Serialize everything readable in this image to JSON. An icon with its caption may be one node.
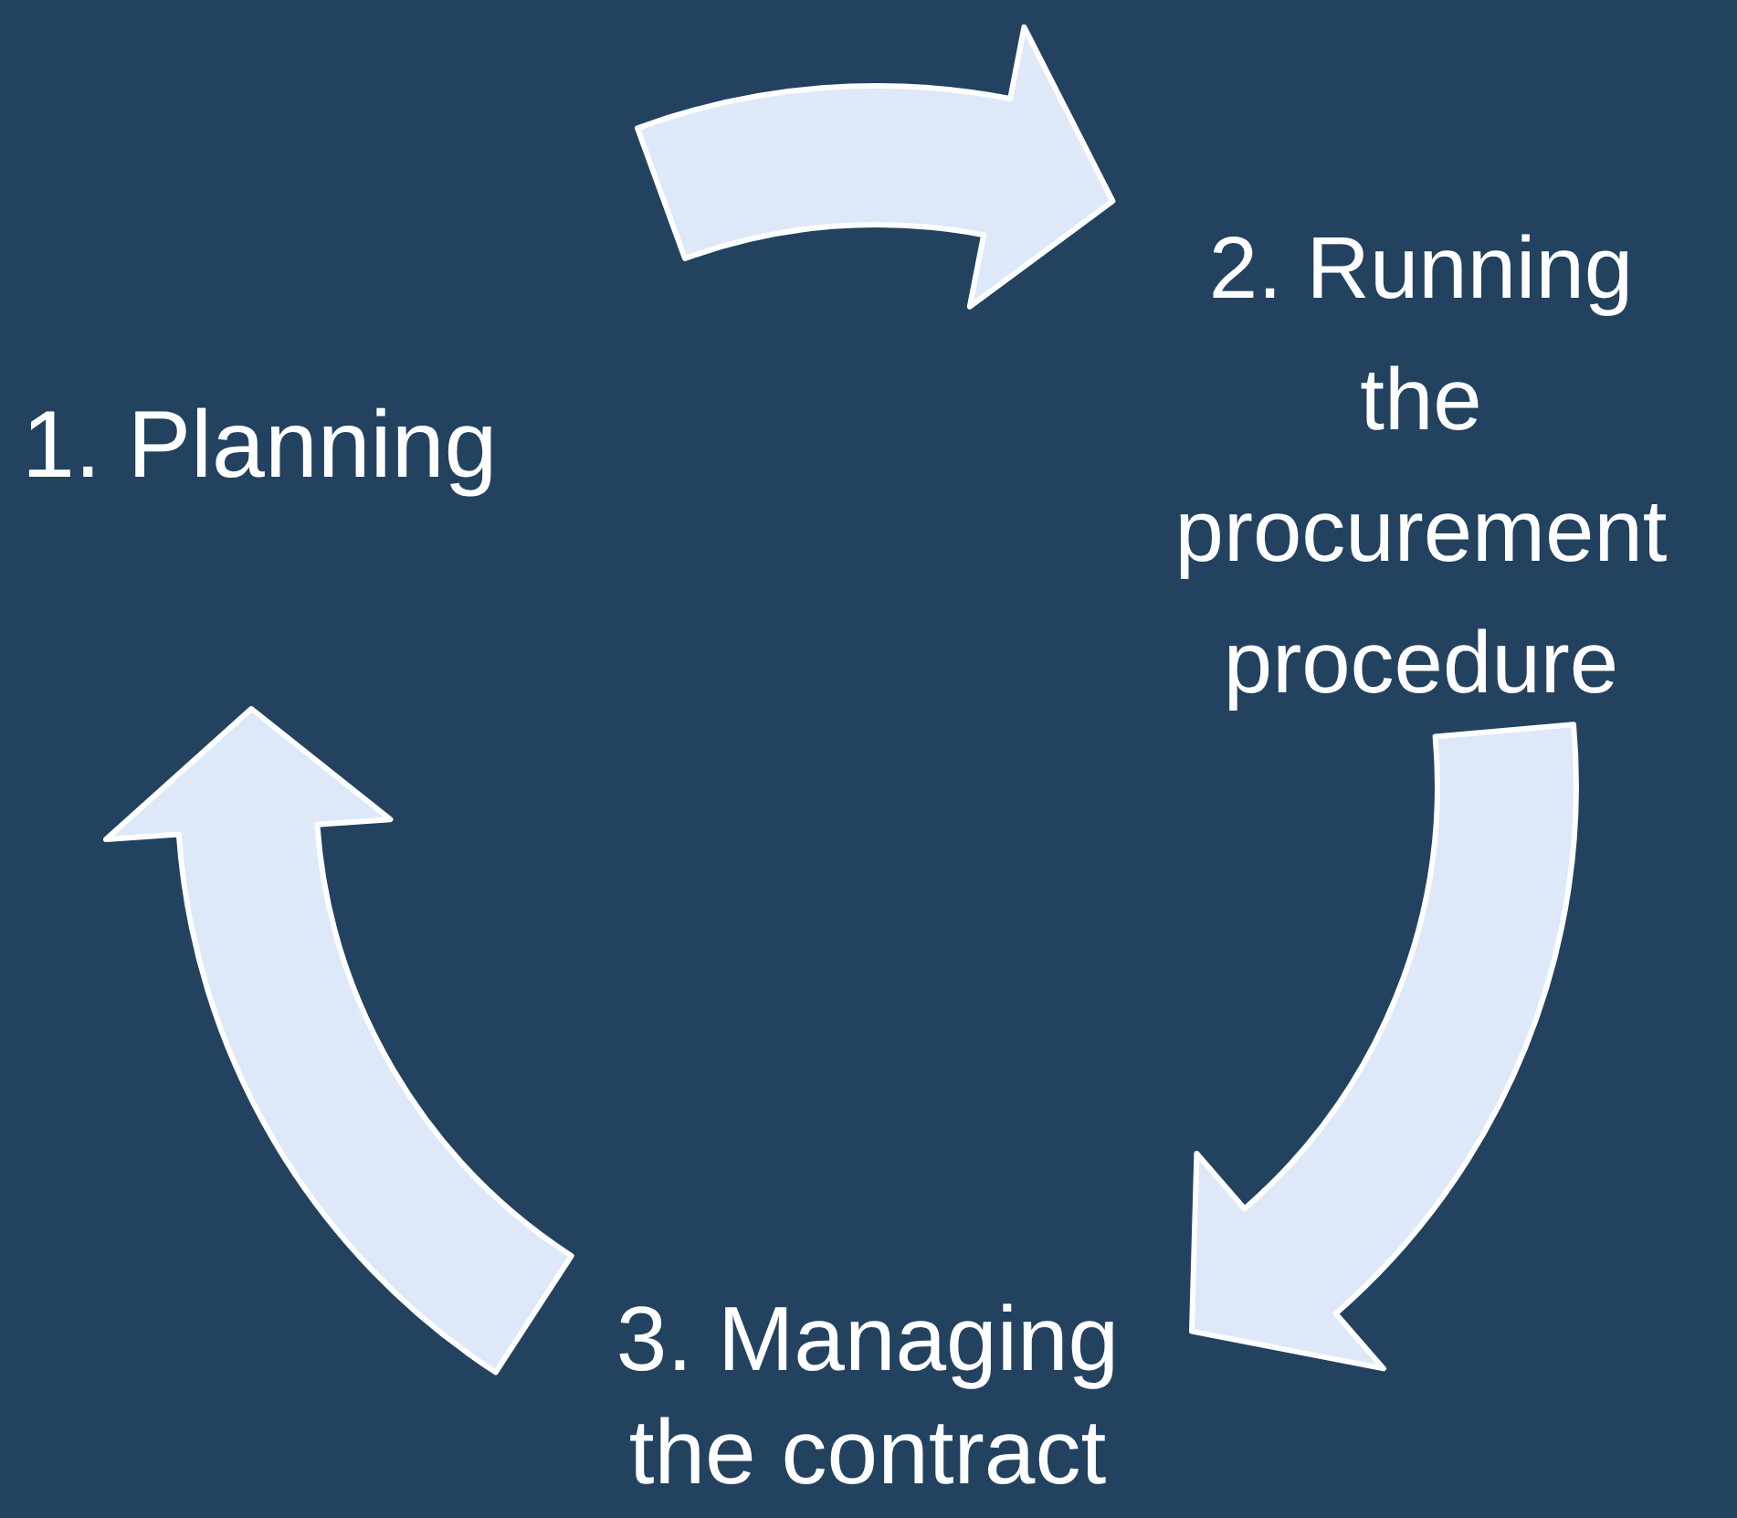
{
  "diagram": {
    "nodes": [
      {
        "text": [
          "1. Planning"
        ]
      },
      {
        "text": [
          "2. Running the procurement procedure"
        ]
      },
      {
        "text": [
          "3. Managing the contract"
        ]
      }
    ],
    "edges": [
      {
        "from": 0,
        "to": 1,
        "arrow": "to"
      },
      {
        "from": 1,
        "to": 2,
        "arrow": "to"
      },
      {
        "from": 2,
        "to": 0,
        "arrow": "to"
      }
    ]
  }
}
